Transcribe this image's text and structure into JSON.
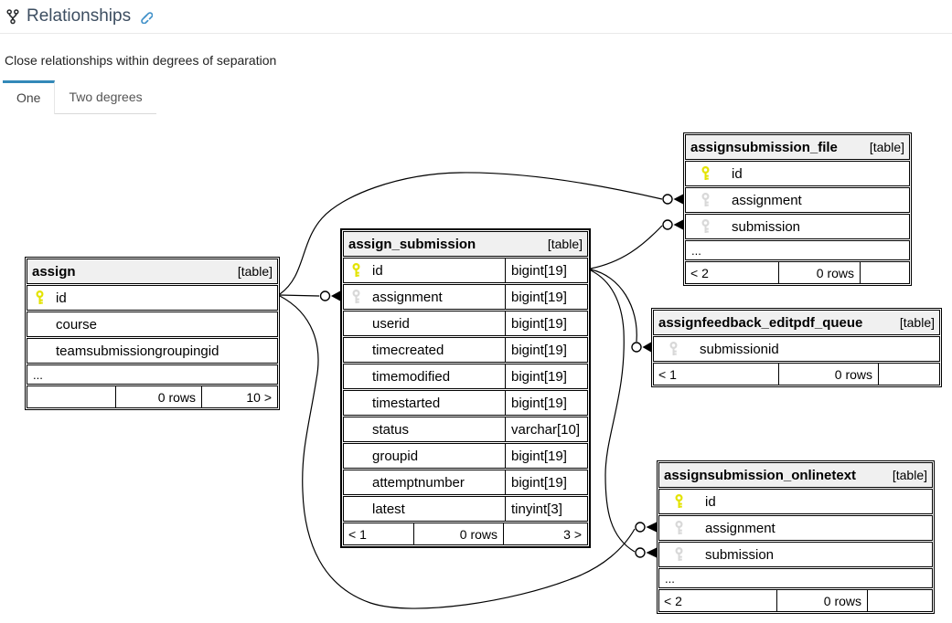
{
  "page": {
    "title": "Relationships"
  },
  "filter": {
    "label": "Close relationships within degrees of separation"
  },
  "tabs": {
    "one": "One",
    "two": "Two degrees",
    "active": "One"
  },
  "colors": {
    "accent": "#3389b8",
    "link_icon": "#4191c9",
    "primary_key": "#e3e300",
    "foreign_key": "#d8d8d8",
    "table_header_bg": "#f0f0f0",
    "edge": "#000000"
  },
  "diagram": {
    "tables": [
      {
        "name": "assign",
        "tag": "[table]",
        "columns": [
          {
            "key": "pk",
            "name": "id"
          },
          {
            "key": "",
            "name": "course"
          },
          {
            "key": "",
            "name": "teamsubmissiongroupingid"
          }
        ],
        "more": "...",
        "footer": {
          "parents": "",
          "rows": "0 rows",
          "children": "10 >"
        }
      },
      {
        "name": "assign_submission",
        "tag": "[table]",
        "columns": [
          {
            "key": "pk",
            "name": "id",
            "type": "bigint[19]"
          },
          {
            "key": "fk",
            "name": "assignment",
            "type": "bigint[19]"
          },
          {
            "key": "",
            "name": "userid",
            "type": "bigint[19]"
          },
          {
            "key": "",
            "name": "timecreated",
            "type": "bigint[19]"
          },
          {
            "key": "",
            "name": "timemodified",
            "type": "bigint[19]"
          },
          {
            "key": "",
            "name": "timestarted",
            "type": "bigint[19]"
          },
          {
            "key": "",
            "name": "status",
            "type": "varchar[10]"
          },
          {
            "key": "",
            "name": "groupid",
            "type": "bigint[19]"
          },
          {
            "key": "",
            "name": "attemptnumber",
            "type": "bigint[19]"
          },
          {
            "key": "",
            "name": "latest",
            "type": "tinyint[3]"
          }
        ],
        "footer": {
          "parents": "< 1",
          "rows": "0 rows",
          "children": "3 >"
        }
      },
      {
        "name": "assignsubmission_file",
        "tag": "[table]",
        "columns": [
          {
            "key": "pk",
            "name": "id"
          },
          {
            "key": "fk",
            "name": "assignment"
          },
          {
            "key": "fk",
            "name": "submission"
          }
        ],
        "more": "...",
        "footer": {
          "parents": "< 2",
          "rows": "0 rows",
          "children": ""
        }
      },
      {
        "name": "assignfeedback_editpdf_queue",
        "tag": "[table]",
        "columns": [
          {
            "key": "fk",
            "name": "submissionid"
          }
        ],
        "footer": {
          "parents": "< 1",
          "rows": "0 rows",
          "children": ""
        }
      },
      {
        "name": "assignsubmission_onlinetext",
        "tag": "[table]",
        "columns": [
          {
            "key": "pk",
            "name": "id"
          },
          {
            "key": "fk",
            "name": "assignment"
          },
          {
            "key": "fk",
            "name": "submission"
          }
        ],
        "more": "...",
        "footer": {
          "parents": "< 2",
          "rows": "0 rows",
          "children": ""
        }
      }
    ]
  }
}
